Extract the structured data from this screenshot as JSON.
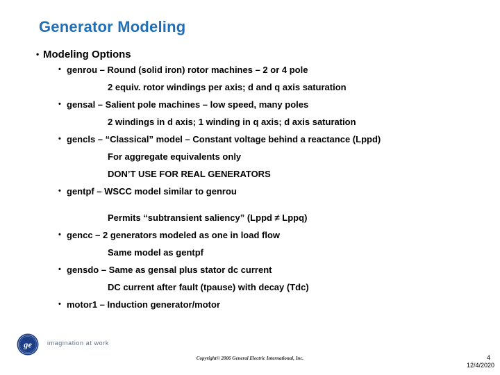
{
  "slide": {
    "title": "Generator Modeling",
    "title_color": "#1f6fb8",
    "heading": "Modeling Options",
    "bullet_glyph": "•",
    "items": [
      {
        "level": 2,
        "text": "genrou – Round (solid iron) rotor machines – 2 or 4 pole"
      },
      {
        "level": 3,
        "text": "2 equiv. rotor windings per axis; d and q axis saturation"
      },
      {
        "level": 2,
        "text": "gensal – Salient pole machines – low speed, many poles"
      },
      {
        "level": 3,
        "text": "2 windings in d axis; 1 winding in q axis; d axis saturation"
      },
      {
        "level": 2,
        "text": "gencls – “Classical” model – Constant voltage behind a reactance (Lppd)"
      },
      {
        "level": 3,
        "text": "For aggregate equivalents only"
      },
      {
        "level": 3,
        "text": "DON’T USE FOR REAL GENERATORS"
      },
      {
        "level": 2,
        "text": "gentpf – WSCC model similar to genrou"
      },
      {
        "level": 3,
        "text": "Permits “subtransient saliency” (Lppd ≠ Lppq)",
        "gap_before": true
      },
      {
        "level": 2,
        "text": "gencc – 2 generators modeled as one in load flow"
      },
      {
        "level": 3,
        "text": "Same model as gentpf"
      },
      {
        "level": 2,
        "text": "gensdo – Same as gensal plus stator dc current"
      },
      {
        "level": 3,
        "text": "DC current after fault (tpause) with decay (Tdc)"
      },
      {
        "level": 2,
        "text": "motor1 – Induction generator/motor"
      }
    ]
  },
  "footer": {
    "logo_mark_text": "ge",
    "logo_color": "#1b3e86",
    "tagline": "imagination at work",
    "copyright": "Copyright© 2006 General Electric International, Inc.",
    "slide_number": "4",
    "date": "12/4/2020"
  }
}
